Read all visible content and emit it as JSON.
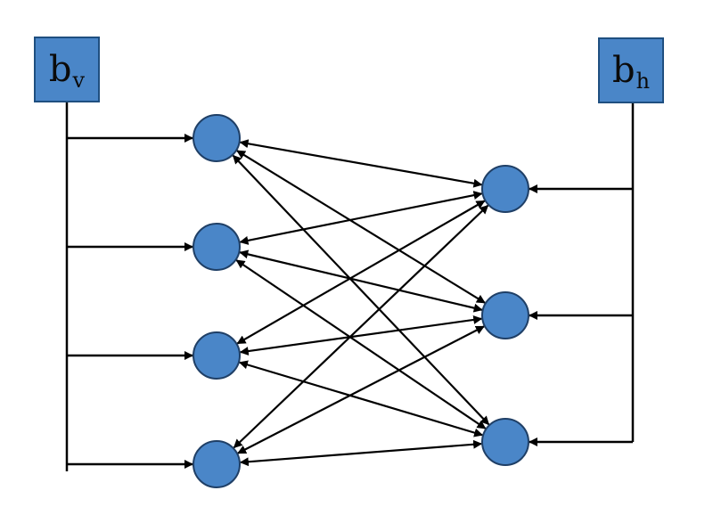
{
  "visible_bias": {
    "base": "b",
    "subscript": "v"
  },
  "hidden_bias": {
    "base": "b",
    "subscript": "h"
  },
  "visible_units": 4,
  "hidden_units": 3,
  "colors": {
    "unit_fill": "#4a86c8",
    "unit_stroke": "#1f3f66",
    "box_fill": "#4a86c8",
    "line": "#000000"
  }
}
